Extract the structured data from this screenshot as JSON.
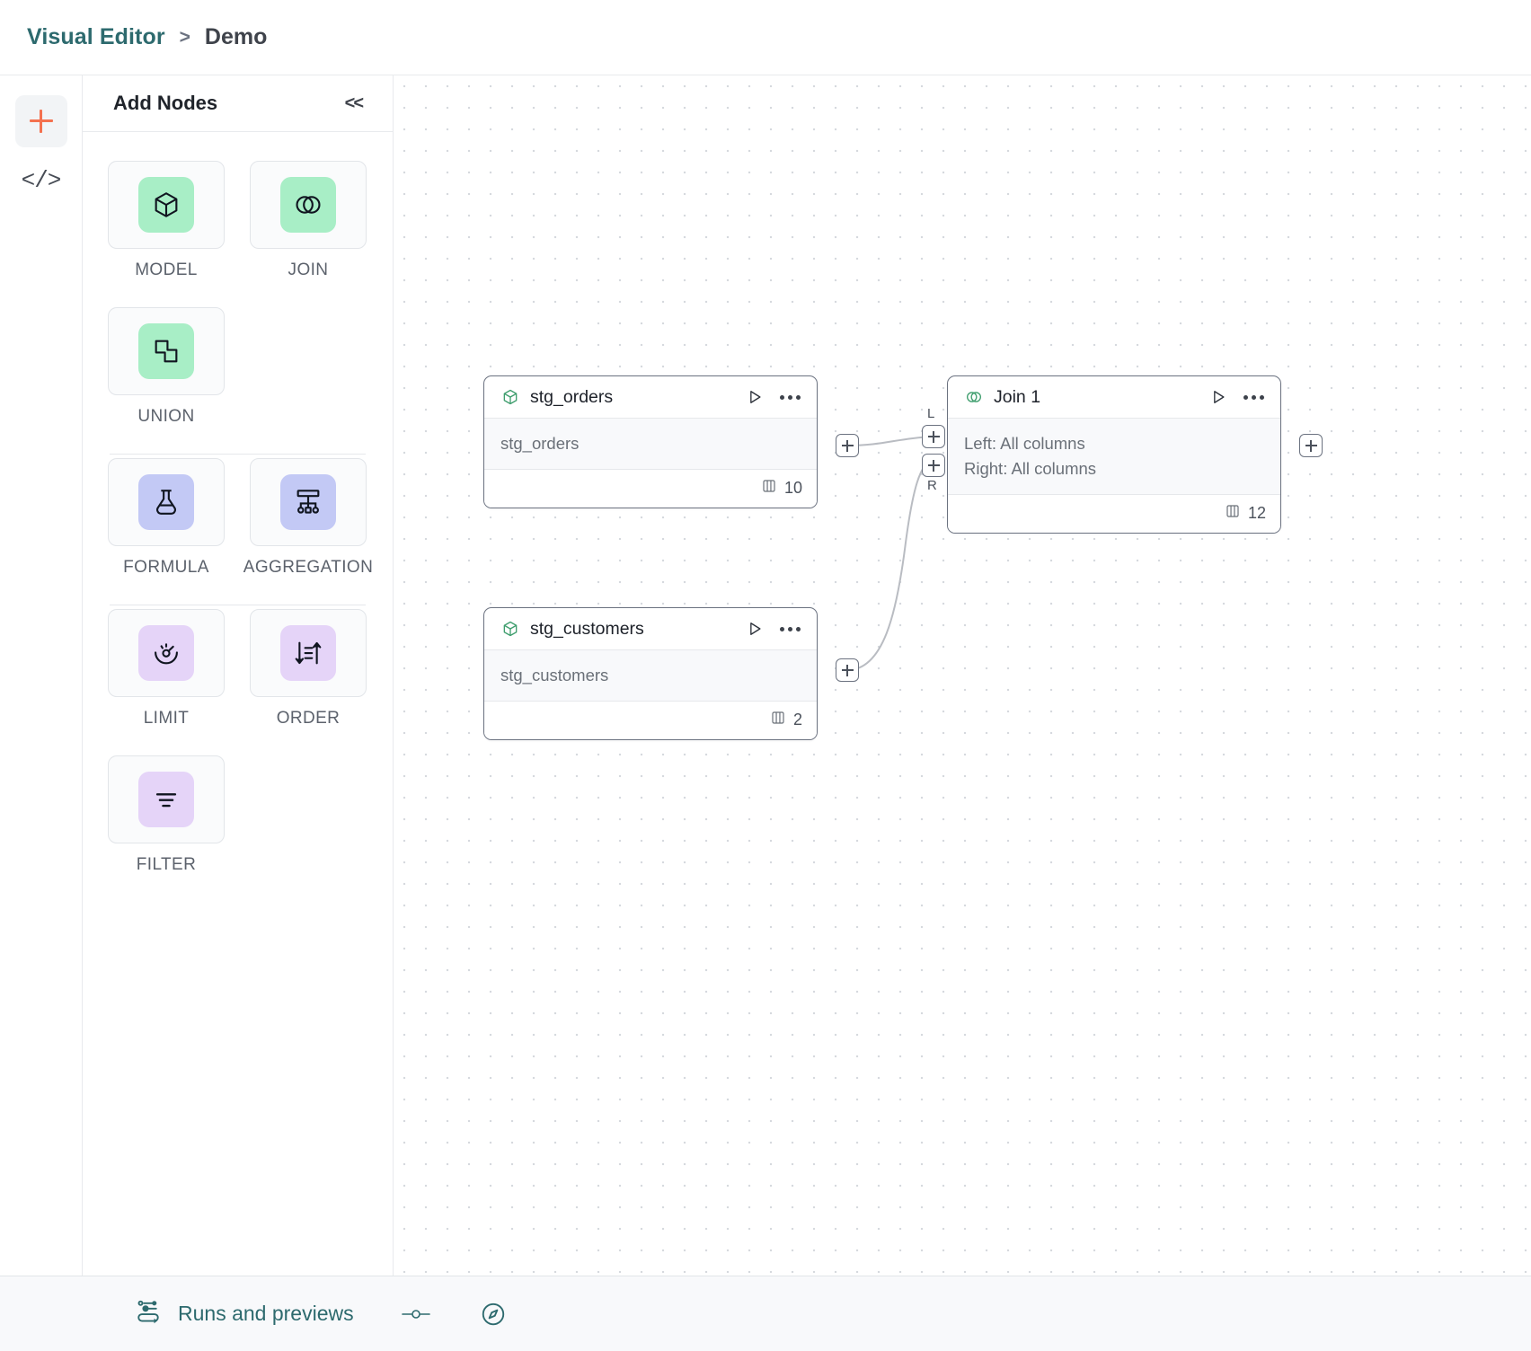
{
  "header": {
    "breadcrumb_root": "Visual Editor",
    "breadcrumb_separator": ">",
    "breadcrumb_leaf": "Demo"
  },
  "rail": {
    "add_icon": "plus-icon",
    "code_icon": "code-icon",
    "code_glyph": "</>"
  },
  "panel": {
    "title": "Add Nodes",
    "collapse_glyph": "<<",
    "nodes": [
      {
        "label": "MODEL",
        "icon": "cube-icon",
        "swatch": "sw-green"
      },
      {
        "label": "JOIN",
        "icon": "venn-icon",
        "swatch": "sw-green"
      },
      {
        "label": "UNION",
        "icon": "union-icon",
        "swatch": "sw-green"
      },
      {
        "label": "FORMULA",
        "icon": "flask-icon",
        "swatch": "sw-indigo"
      },
      {
        "label": "AGGREGATION",
        "icon": "hierarchy-icon",
        "swatch": "sw-indigo"
      },
      {
        "label": "LIMIT",
        "icon": "gauge-icon",
        "swatch": "sw-violet"
      },
      {
        "label": "ORDER",
        "icon": "sort-icon",
        "swatch": "sw-violet"
      },
      {
        "label": "FILTER",
        "icon": "filter-lines-icon",
        "swatch": "sw-violet"
      }
    ]
  },
  "canvas": {
    "nodes": [
      {
        "id": "stg_orders",
        "title": "stg_orders",
        "icon": "cube-icon",
        "body_lines": [
          "stg_orders"
        ],
        "column_count": "10",
        "run_icon": "play-icon",
        "more_icon": "more-icon",
        "columns_icon": "columns-icon"
      },
      {
        "id": "stg_customers",
        "title": "stg_customers",
        "icon": "cube-icon",
        "body_lines": [
          "stg_customers"
        ],
        "column_count": "2",
        "run_icon": "play-icon",
        "more_icon": "more-icon",
        "columns_icon": "columns-icon"
      },
      {
        "id": "join_1",
        "title": "Join 1",
        "icon": "venn-icon",
        "body_lines": [
          "Left: All columns",
          "Right: All columns"
        ],
        "column_count": "12",
        "run_icon": "play-icon",
        "more_icon": "more-icon",
        "columns_icon": "columns-icon"
      }
    ],
    "handles": {
      "left_tag": "L",
      "right_tag": "R"
    }
  },
  "footer": {
    "runs_label": "Runs and previews",
    "runs_icon": "pipeline-icon",
    "toggle_icon": "slider-toggle-icon",
    "compass_icon": "compass-icon"
  },
  "colors": {
    "brand_teal": "#2d6a6e",
    "accent_orange": "#f4714f",
    "node_green": "#a8eec6",
    "node_indigo": "#c3c9f5",
    "node_violet": "#e5d4f8",
    "node_border": "#6b7280"
  }
}
